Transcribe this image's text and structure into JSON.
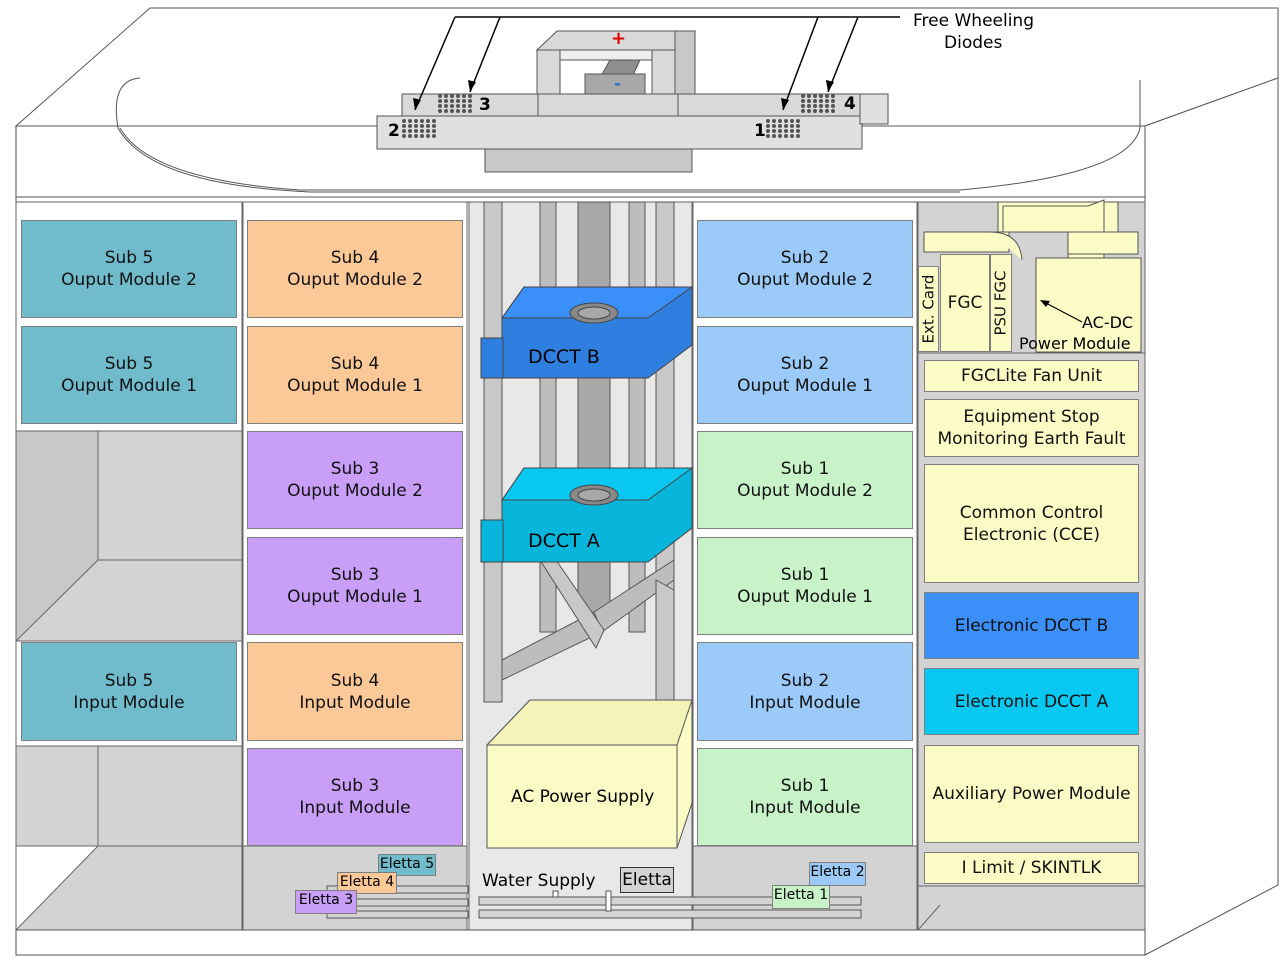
{
  "annotation": {
    "free_wheeling_line1": "Free Wheeling",
    "free_wheeling_line2": "Diodes"
  },
  "bus_bar": {
    "plus": "+",
    "minus": "-"
  },
  "diodes": [
    {
      "id": "d1",
      "label": "1"
    },
    {
      "id": "d2",
      "label": "2"
    },
    {
      "id": "d3",
      "label": "3"
    },
    {
      "id": "d4",
      "label": "4"
    }
  ],
  "left_modules": [
    {
      "id": "sub5-out2",
      "line1": "Sub 5",
      "line2": "Ouput Module 2",
      "color": "#70bccc"
    },
    {
      "id": "sub5-out1",
      "line1": "Sub 5",
      "line2": "Ouput Module 1",
      "color": "#70bccc"
    },
    {
      "id": "sub5-in",
      "line1": "Sub 5",
      "line2": "Input Module",
      "color": "#70bccc"
    }
  ],
  "mid_left_modules": [
    {
      "id": "sub4-out2",
      "line1": "Sub 4",
      "line2": "Ouput Module 2",
      "color": "#fbc898"
    },
    {
      "id": "sub4-out1",
      "line1": "Sub 4",
      "line2": "Ouput Module 1",
      "color": "#fbc898"
    },
    {
      "id": "sub3-out2",
      "line1": "Sub 3",
      "line2": "Ouput Module 2",
      "color": "#c89ef6"
    },
    {
      "id": "sub3-out1",
      "line1": "Sub 3",
      "line2": "Ouput Module 1",
      "color": "#c89ef6"
    },
    {
      "id": "sub4-in",
      "line1": "Sub 4",
      "line2": "Input Module",
      "color": "#fbc898"
    },
    {
      "id": "sub3-in",
      "line1": "Sub 3",
      "line2": "Input Module",
      "color": "#c89ef6"
    }
  ],
  "mid_right_modules": [
    {
      "id": "sub2-out2",
      "line1": "Sub 2",
      "line2": "Ouput Module 2",
      "color": "#9ccaf8"
    },
    {
      "id": "sub2-out1",
      "line1": "Sub 2",
      "line2": "Ouput Module 1",
      "color": "#9ccaf8"
    },
    {
      "id": "sub1-out2",
      "line1": "Sub 1",
      "line2": "Ouput Module 2",
      "color": "#c8f2c8"
    },
    {
      "id": "sub1-out1",
      "line1": "Sub 1",
      "line2": "Ouput Module 1",
      "color": "#c8f2c8"
    },
    {
      "id": "sub2-in",
      "line1": "Sub 2",
      "line2": "Input Module",
      "color": "#9ccaf8"
    },
    {
      "id": "sub1-in",
      "line1": "Sub 1",
      "line2": "Input Module",
      "color": "#c8f2c8"
    }
  ],
  "center": {
    "dcct_b": "DCCT B",
    "dcct_a": "DCCT A",
    "ac_power_supply": "AC Power Supply",
    "water_supply": "Water Supply",
    "eletta": "Eletta"
  },
  "eletta_tags": [
    {
      "id": "eletta-5",
      "label": "Eletta 5",
      "color": "#70bccc"
    },
    {
      "id": "eletta-4",
      "label": "Eletta 4",
      "color": "#fbc898"
    },
    {
      "id": "eletta-3",
      "label": "Eletta 3",
      "color": "#c89ef6"
    },
    {
      "id": "eletta-2",
      "label": "Eletta 2",
      "color": "#9ccaf8"
    },
    {
      "id": "eletta-1",
      "label": "Eletta 1",
      "color": "#c8f2c8"
    }
  ],
  "right_panel": {
    "ext_card": "Ext. Card",
    "fgc": "FGC",
    "psu_fgc": "PSU FGC",
    "ac_dc_line1": "AC-DC",
    "ac_dc_line2": "Power Module",
    "fan_unit": "FGCLite Fan Unit",
    "esm_line1": "Equipment Stop",
    "esm_line2": "Monitoring Earth Fault",
    "cce_line1": "Common Control",
    "cce_line2": "Electronic (CCE)",
    "edcct_b": "Electronic DCCT B",
    "edcct_a": "Electronic DCCT A",
    "aux": "Auxiliary Power Module",
    "ilimit": "I Limit / SKINTLK"
  },
  "colors": {
    "teal": "#70bccc",
    "peach": "#fbc898",
    "purple": "#c89ef6",
    "blue": "#9ccaf8",
    "green": "#c8f2c8",
    "yellow": "#fbfbc6",
    "dcct_b": "#3a8ff8",
    "dcct_a": "#08c8f2",
    "cabinet_gray": "#d3d3d3"
  }
}
